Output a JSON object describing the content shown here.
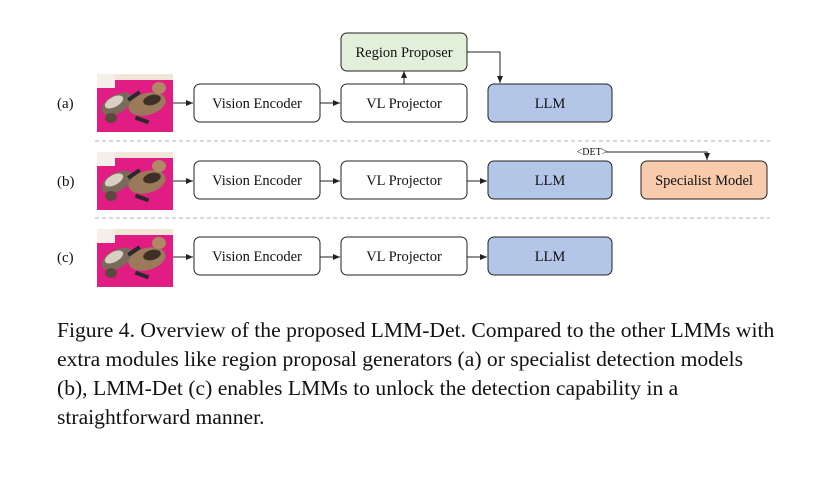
{
  "rows": [
    {
      "id": "a",
      "label": "(a)",
      "vision_encoder": "Vision Encoder",
      "vl_projector": "VL Projector",
      "llm": "LLM",
      "region_proposer": "Region Proposer"
    },
    {
      "id": "b",
      "label": "(b)",
      "vision_encoder": "Vision Encoder",
      "vl_projector": "VL Projector",
      "llm": "LLM",
      "det_token": "<DET>",
      "specialist_model": "Specialist Model"
    },
    {
      "id": "c",
      "label": "(c)",
      "vision_encoder": "Vision Encoder",
      "vl_projector": "VL Projector",
      "llm": "LLM"
    }
  ],
  "colors": {
    "llm_fill": "#b4c6e7",
    "region_proposer_fill": "#e2efda",
    "specialist_fill": "#f8cbad",
    "box_fill": "#ffffff",
    "stroke": "#222222",
    "divider": "#b3b3b3",
    "image_background": "#e11d84"
  },
  "caption": "Figure 4. Overview of the proposed LMM-Det. Compared to the other LMMs with extra modules like region proposal generators (a) or specialist detection models (b), LMM-Det (c) enables LMMs to unlock the detection capability in a straightforward manner."
}
